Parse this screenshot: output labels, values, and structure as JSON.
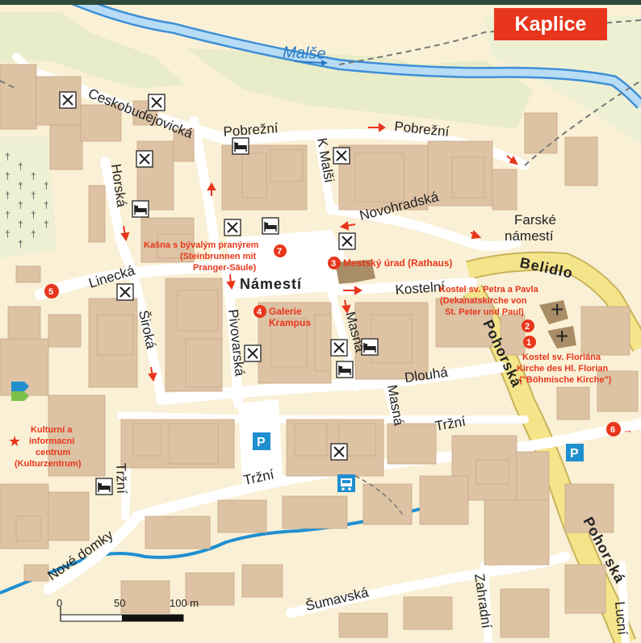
{
  "title": "Kaplice",
  "river": "Malše",
  "square": "Námestí",
  "streets": {
    "ceskobudejovicka": "Ceskobudejovická",
    "pobrezni_1": "Pobrežní",
    "pobrezni_2": "Pobrežní",
    "k_malsi": "K Malši",
    "novohradska": "Novohradská",
    "farske": "Farské",
    "farske_2": "námestí",
    "belidlo": "Belidlo",
    "kostelni": "Kostelní",
    "pohorska_1": "Pohorská",
    "pohorska_2": "Pohorská",
    "horska": "Horská",
    "linecka": "Linecká",
    "siroka": "Široká",
    "pivovarska": "Pivovarská",
    "masna_1": "Masná",
    "masna_2": "Masná",
    "dlouha": "Dlouhá",
    "trzni_1": "Tržní",
    "trzni_2": "Tržní",
    "trzni_3": "Tržní",
    "nove_domky": "Nové domky",
    "sumavska": "Šumavská",
    "zahradni": "Zahradní",
    "lucni": "Lucní"
  },
  "pois": {
    "p1": {
      "num": "1",
      "line1": "Kostel sv. Floriána",
      "line2": "Kirche des Hl. Florian",
      "line3": "(\"Böhmische Kirche\")"
    },
    "p2": {
      "num": "2",
      "line1": "Kostel sv. Petra a Pavla",
      "line2": "(Dekanatskirche von",
      "line3": "St. Peter und Paul)"
    },
    "p3": {
      "num": "3",
      "line1": "Mestský úrad (Rathaus)"
    },
    "p4": {
      "num": "4",
      "line1": "Galerie",
      "line2": "Krampus"
    },
    "p5": {
      "num": "5"
    },
    "p6": {
      "num": "6"
    },
    "p7": {
      "num": "7",
      "line1": "Kašna s bývalým pranýrem",
      "line2": "(Steinbrunnen mit",
      "line3": "Pranger-Säule)"
    },
    "culture": {
      "line1": "Kulturní a",
      "line2": "informacní",
      "line3": "centrum",
      "line4": "(Kulturzentrum)"
    }
  },
  "scale": {
    "t0": "0",
    "t1": "50",
    "t2": "100 m"
  },
  "colors": {
    "background": "#faf0d6",
    "building": "#ddc2a4",
    "building_stroke": "#c8a886",
    "street": "#ffffff",
    "river": "#3d8fd8",
    "river_fill": "#b8dcf5",
    "park": "#e8ecc8",
    "main_road": "#f4e48a",
    "poi_red": "#e8361c",
    "parking_blue": "#1f8fd0"
  }
}
